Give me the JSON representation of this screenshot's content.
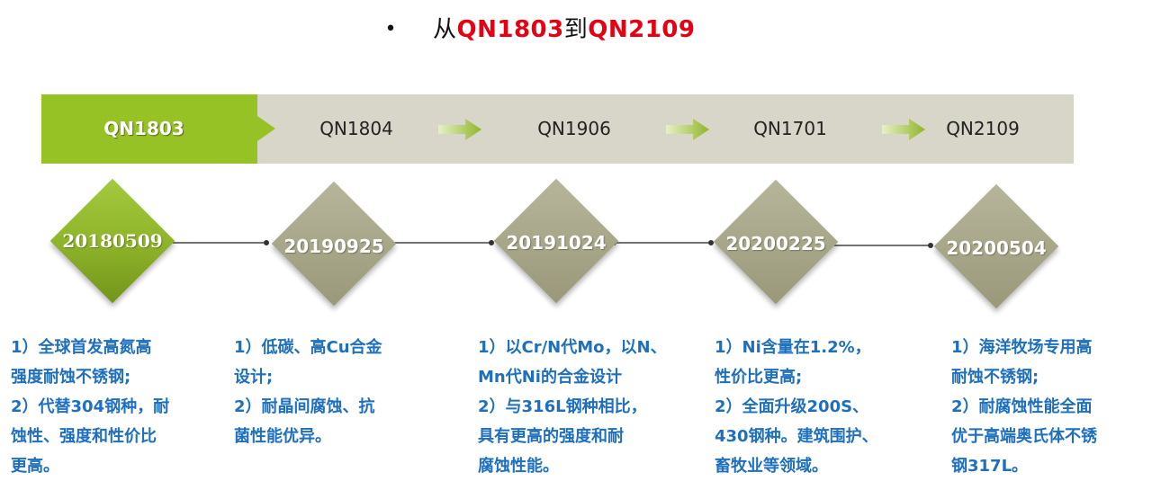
{
  "title": {
    "bullet": "•",
    "prefix": "从",
    "from": "QN1803",
    "middle": "到",
    "to": "QN2109"
  },
  "stages": [
    "QN1803",
    "QN1804",
    "QN1906",
    "QN1701",
    "QN2109"
  ],
  "dates": [
    "20180509",
    "20190925",
    "20191024",
    "20200225",
    "20200504"
  ],
  "descriptions": [
    [
      "1）全球首发高氮高",
      "强度耐蚀不锈钢;",
      "2）代替304钢种，耐",
      "蚀性、强度和性价比",
      "更高。"
    ],
    [
      "1）低碳、高Cu合金",
      "设计;",
      "2）耐晶间腐蚀、抗",
      "菌性能优异。"
    ],
    [
      "1）以Cr/N代Mo，以N、",
      "Mn代Ni的合金设计",
      "2）与316L钢种相比，",
      "具有更高的强度和耐",
      "腐蚀性能。"
    ],
    [
      "1）Ni含量在1.2%，",
      "性价比更高;",
      "2）全面升级200S、",
      "430钢种。建筑围护、",
      "畜牧业等领域。"
    ],
    [
      "1）海洋牧场专用高",
      "耐蚀不锈钢;",
      "2）耐腐蚀性能全面",
      "优于高端奥氏体不锈",
      "钢317L。"
    ]
  ],
  "colors": {
    "accent_red": "#e60012",
    "active_green": "#97c225",
    "band_gray": "#d7d6c8",
    "diamond_gray": "#a9a78a",
    "text_blue": "#1e6fbe"
  }
}
